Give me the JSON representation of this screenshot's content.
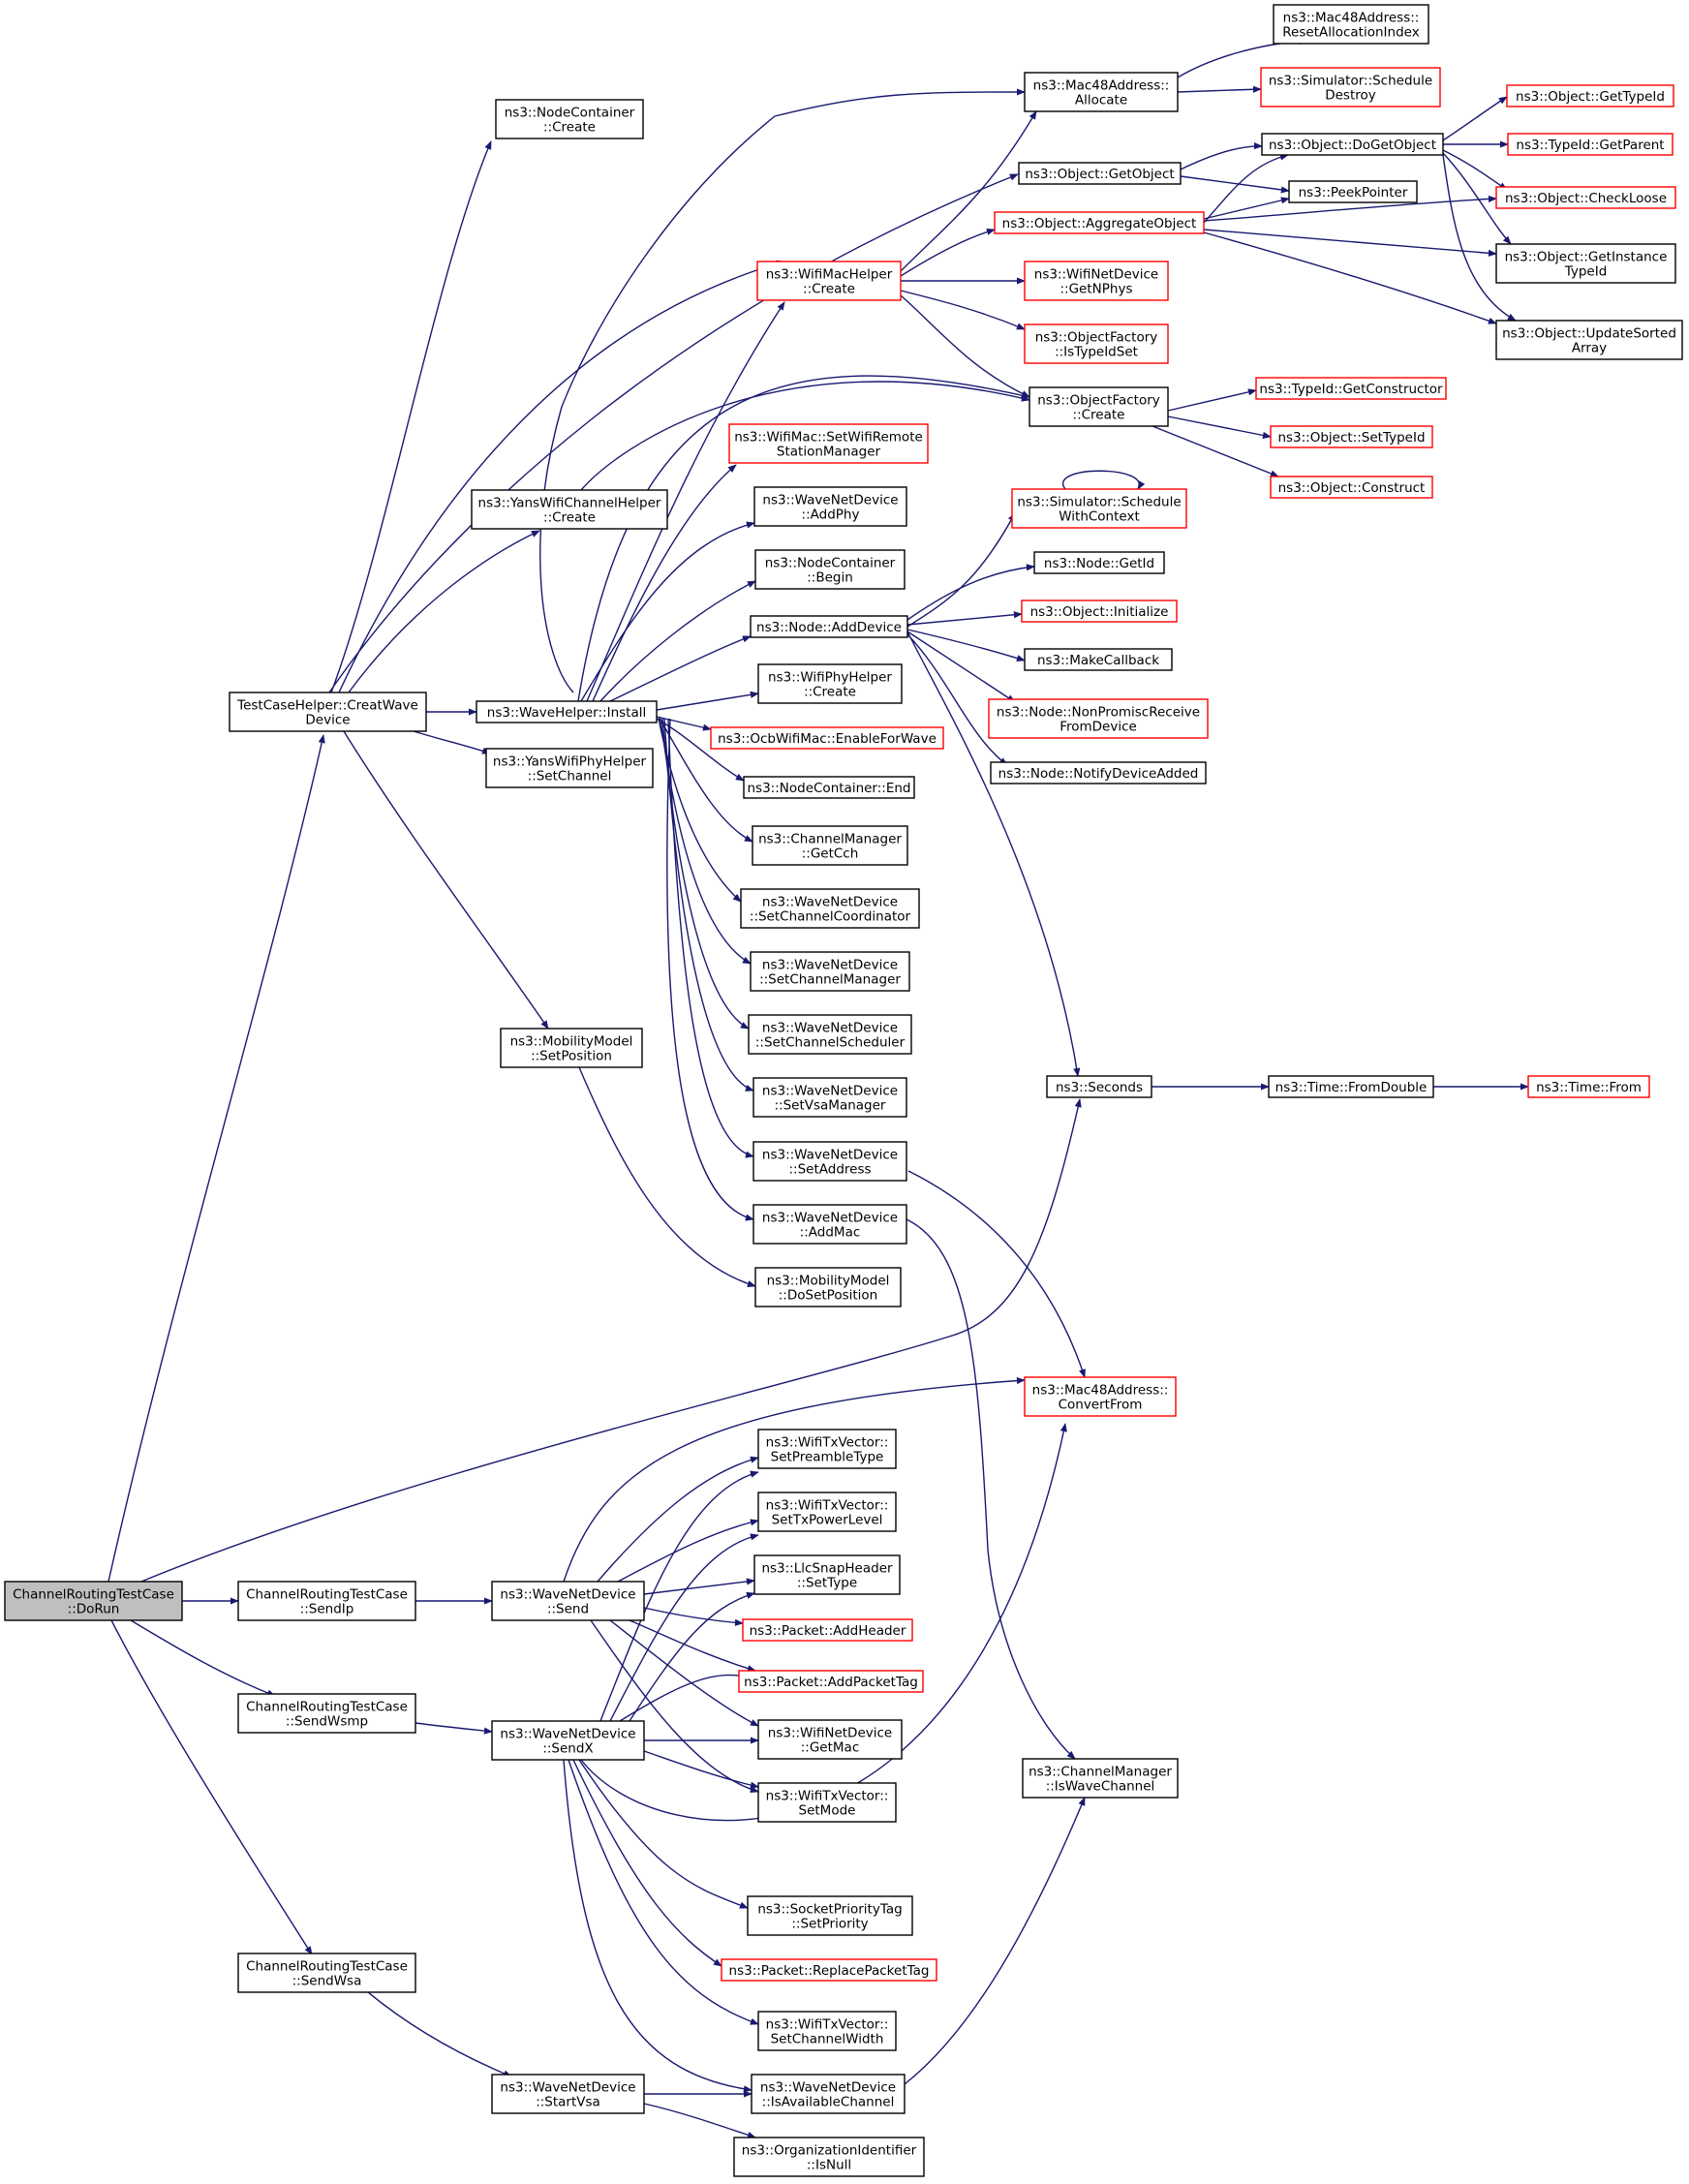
{
  "colors": {
    "edge": "#191970",
    "node_border": "#000000",
    "incomplete_node_border": "#ff0000",
    "root_fill": "#bfbfbf"
  },
  "nodes": {
    "n_dorun": [
      "ChannelRoutingTestCase",
      "::DoRun"
    ],
    "n_creat": [
      "TestCaseHelper::CreatWave",
      "Device"
    ],
    "n_sendip": [
      "ChannelRoutingTestCase",
      "::SendIp"
    ],
    "n_sendwsmp": [
      "ChannelRoutingTestCase",
      "::SendWsmp"
    ],
    "n_sendwsa": [
      "ChannelRoutingTestCase",
      "::SendWsa"
    ],
    "n_nodecontainer_create": [
      "ns3::NodeContainer",
      "::Create"
    ],
    "n_yanschan_create": [
      "ns3::YansWifiChannelHelper",
      "::Create"
    ],
    "n_install": [
      "ns3::WaveHelper::Install"
    ],
    "n_yansphy_setchannel": [
      "ns3::YansWifiPhyHelper",
      "::SetChannel"
    ],
    "n_mob_setpos": [
      "ns3::MobilityModel",
      "::SetPosition"
    ],
    "n_wnd_send": [
      "ns3::WaveNetDevice",
      "::Send"
    ],
    "n_wnd_sendx": [
      "ns3::WaveNetDevice",
      "::SendX"
    ],
    "n_wnd_startvsa": [
      "ns3::WaveNetDevice",
      "::StartVsa"
    ],
    "n_wifimac_create": [
      "ns3::WifiMacHelper",
      "::Create"
    ],
    "n_setwifiremote": [
      "ns3::WifiMac::SetWifiRemote",
      "StationManager"
    ],
    "n_addphy": [
      "ns3::WaveNetDevice",
      "::AddPhy"
    ],
    "n_nc_begin": [
      "ns3::NodeContainer",
      "::Begin"
    ],
    "n_node_adddevice": [
      "ns3::Node::AddDevice"
    ],
    "n_wifiphy_create": [
      "ns3::WifiPhyHelper",
      "::Create"
    ],
    "n_ocb_enable": [
      "ns3::OcbWifiMac::EnableForWave"
    ],
    "n_nc_end": [
      "ns3::NodeContainer::End"
    ],
    "n_cm_getcch": [
      "ns3::ChannelManager",
      "::GetCch"
    ],
    "n_setchcoord": [
      "ns3::WaveNetDevice",
      "::SetChannelCoordinator"
    ],
    "n_setchmgr": [
      "ns3::WaveNetDevice",
      "::SetChannelManager"
    ],
    "n_setchsched": [
      "ns3::WaveNetDevice",
      "::SetChannelScheduler"
    ],
    "n_setvsamgr": [
      "ns3::WaveNetDevice",
      "::SetVsaManager"
    ],
    "n_setaddress": [
      "ns3::WaveNetDevice",
      "::SetAddress"
    ],
    "n_addmac": [
      "ns3::WaveNetDevice",
      "::AddMac"
    ],
    "n_mob_dosetpos": [
      "ns3::MobilityModel",
      "::DoSetPosition"
    ],
    "n_settype_preamble": [
      "ns3::WifiTxVector::",
      "SetPreambleType"
    ],
    "n_settxpower": [
      "ns3::WifiTxVector::",
      "SetTxPowerLevel"
    ],
    "n_llc_settype": [
      "ns3::LlcSnapHeader",
      "::SetType"
    ],
    "n_pkt_addheader": [
      "ns3::Packet::AddHeader"
    ],
    "n_pkt_addtag": [
      "ns3::Packet::AddPacketTag"
    ],
    "n_wifind_getmac": [
      "ns3::WifiNetDevice",
      "::GetMac"
    ],
    "n_txv_setmode": [
      "ns3::WifiTxVector::",
      "SetMode"
    ],
    "n_sockprio": [
      "ns3::SocketPriorityTag",
      "::SetPriority"
    ],
    "n_pkt_replacetag": [
      "ns3::Packet::ReplacePacketTag"
    ],
    "n_txv_setwidth": [
      "ns3::WifiTxVector::",
      "SetChannelWidth"
    ],
    "n_isavail": [
      "ns3::WaveNetDevice",
      "::IsAvailableChannel"
    ],
    "n_orgid_isnull": [
      "ns3::OrganizationIdentifier",
      "::IsNull"
    ],
    "n_mac48_allocate": [
      "ns3::Mac48Address::",
      "Allocate"
    ],
    "n_obj_getobject": [
      "ns3::Object::GetObject"
    ],
    "n_obj_aggregate": [
      "ns3::Object::AggregateObject"
    ],
    "n_wifind_getnphys": [
      "ns3::WifiNetDevice",
      "::GetNPhys"
    ],
    "n_of_istypeidset": [
      "ns3::ObjectFactory",
      "::IsTypeIdSet"
    ],
    "n_of_create": [
      "ns3::ObjectFactory",
      "::Create"
    ],
    "n_sim_schedctx": [
      "ns3::Simulator::Schedule",
      "WithContext"
    ],
    "n_node_getid": [
      "ns3::Node::GetId"
    ],
    "n_obj_initialize": [
      "ns3::Object::Initialize"
    ],
    "n_makecallback": [
      "ns3::MakeCallback"
    ],
    "n_nonpromisc": [
      "ns3::Node::NonPromiscReceive",
      "FromDevice"
    ],
    "n_notifyadded": [
      "ns3::Node::NotifyDeviceAdded"
    ],
    "n_seconds": [
      "ns3::Seconds"
    ],
    "n_mac48_convert": [
      "ns3::Mac48Address::",
      "ConvertFrom"
    ],
    "n_cm_iswave": [
      "ns3::ChannelManager",
      "::IsWaveChannel"
    ],
    "n_mac48_reset": [
      "ns3::Mac48Address::",
      "ResetAllocationIndex"
    ],
    "n_sim_schedestroy": [
      "ns3::Simulator::Schedule",
      "Destroy"
    ],
    "n_obj_dogetobject": [
      "ns3::Object::DoGetObject"
    ],
    "n_peekpointer": [
      "ns3::PeekPointer"
    ],
    "n_typeid_getcons": [
      "ns3::TypeId::GetConstructor"
    ],
    "n_obj_settypeid": [
      "ns3::Object::SetTypeId"
    ],
    "n_obj_construct": [
      "ns3::Object::Construct"
    ],
    "n_time_fromdouble": [
      "ns3::Time::FromDouble"
    ],
    "n_obj_gettypeid": [
      "ns3::Object::GetTypeId"
    ],
    "n_typeid_getparent": [
      "ns3::TypeId::GetParent"
    ],
    "n_obj_checkloose": [
      "ns3::Object::CheckLoose"
    ],
    "n_obj_getinstance": [
      "ns3::Object::GetInstance",
      "TypeId"
    ],
    "n_obj_updatesorted": [
      "ns3::Object::UpdateSorted",
      "Array"
    ],
    "n_time_from": [
      "ns3::Time::From"
    ]
  }
}
